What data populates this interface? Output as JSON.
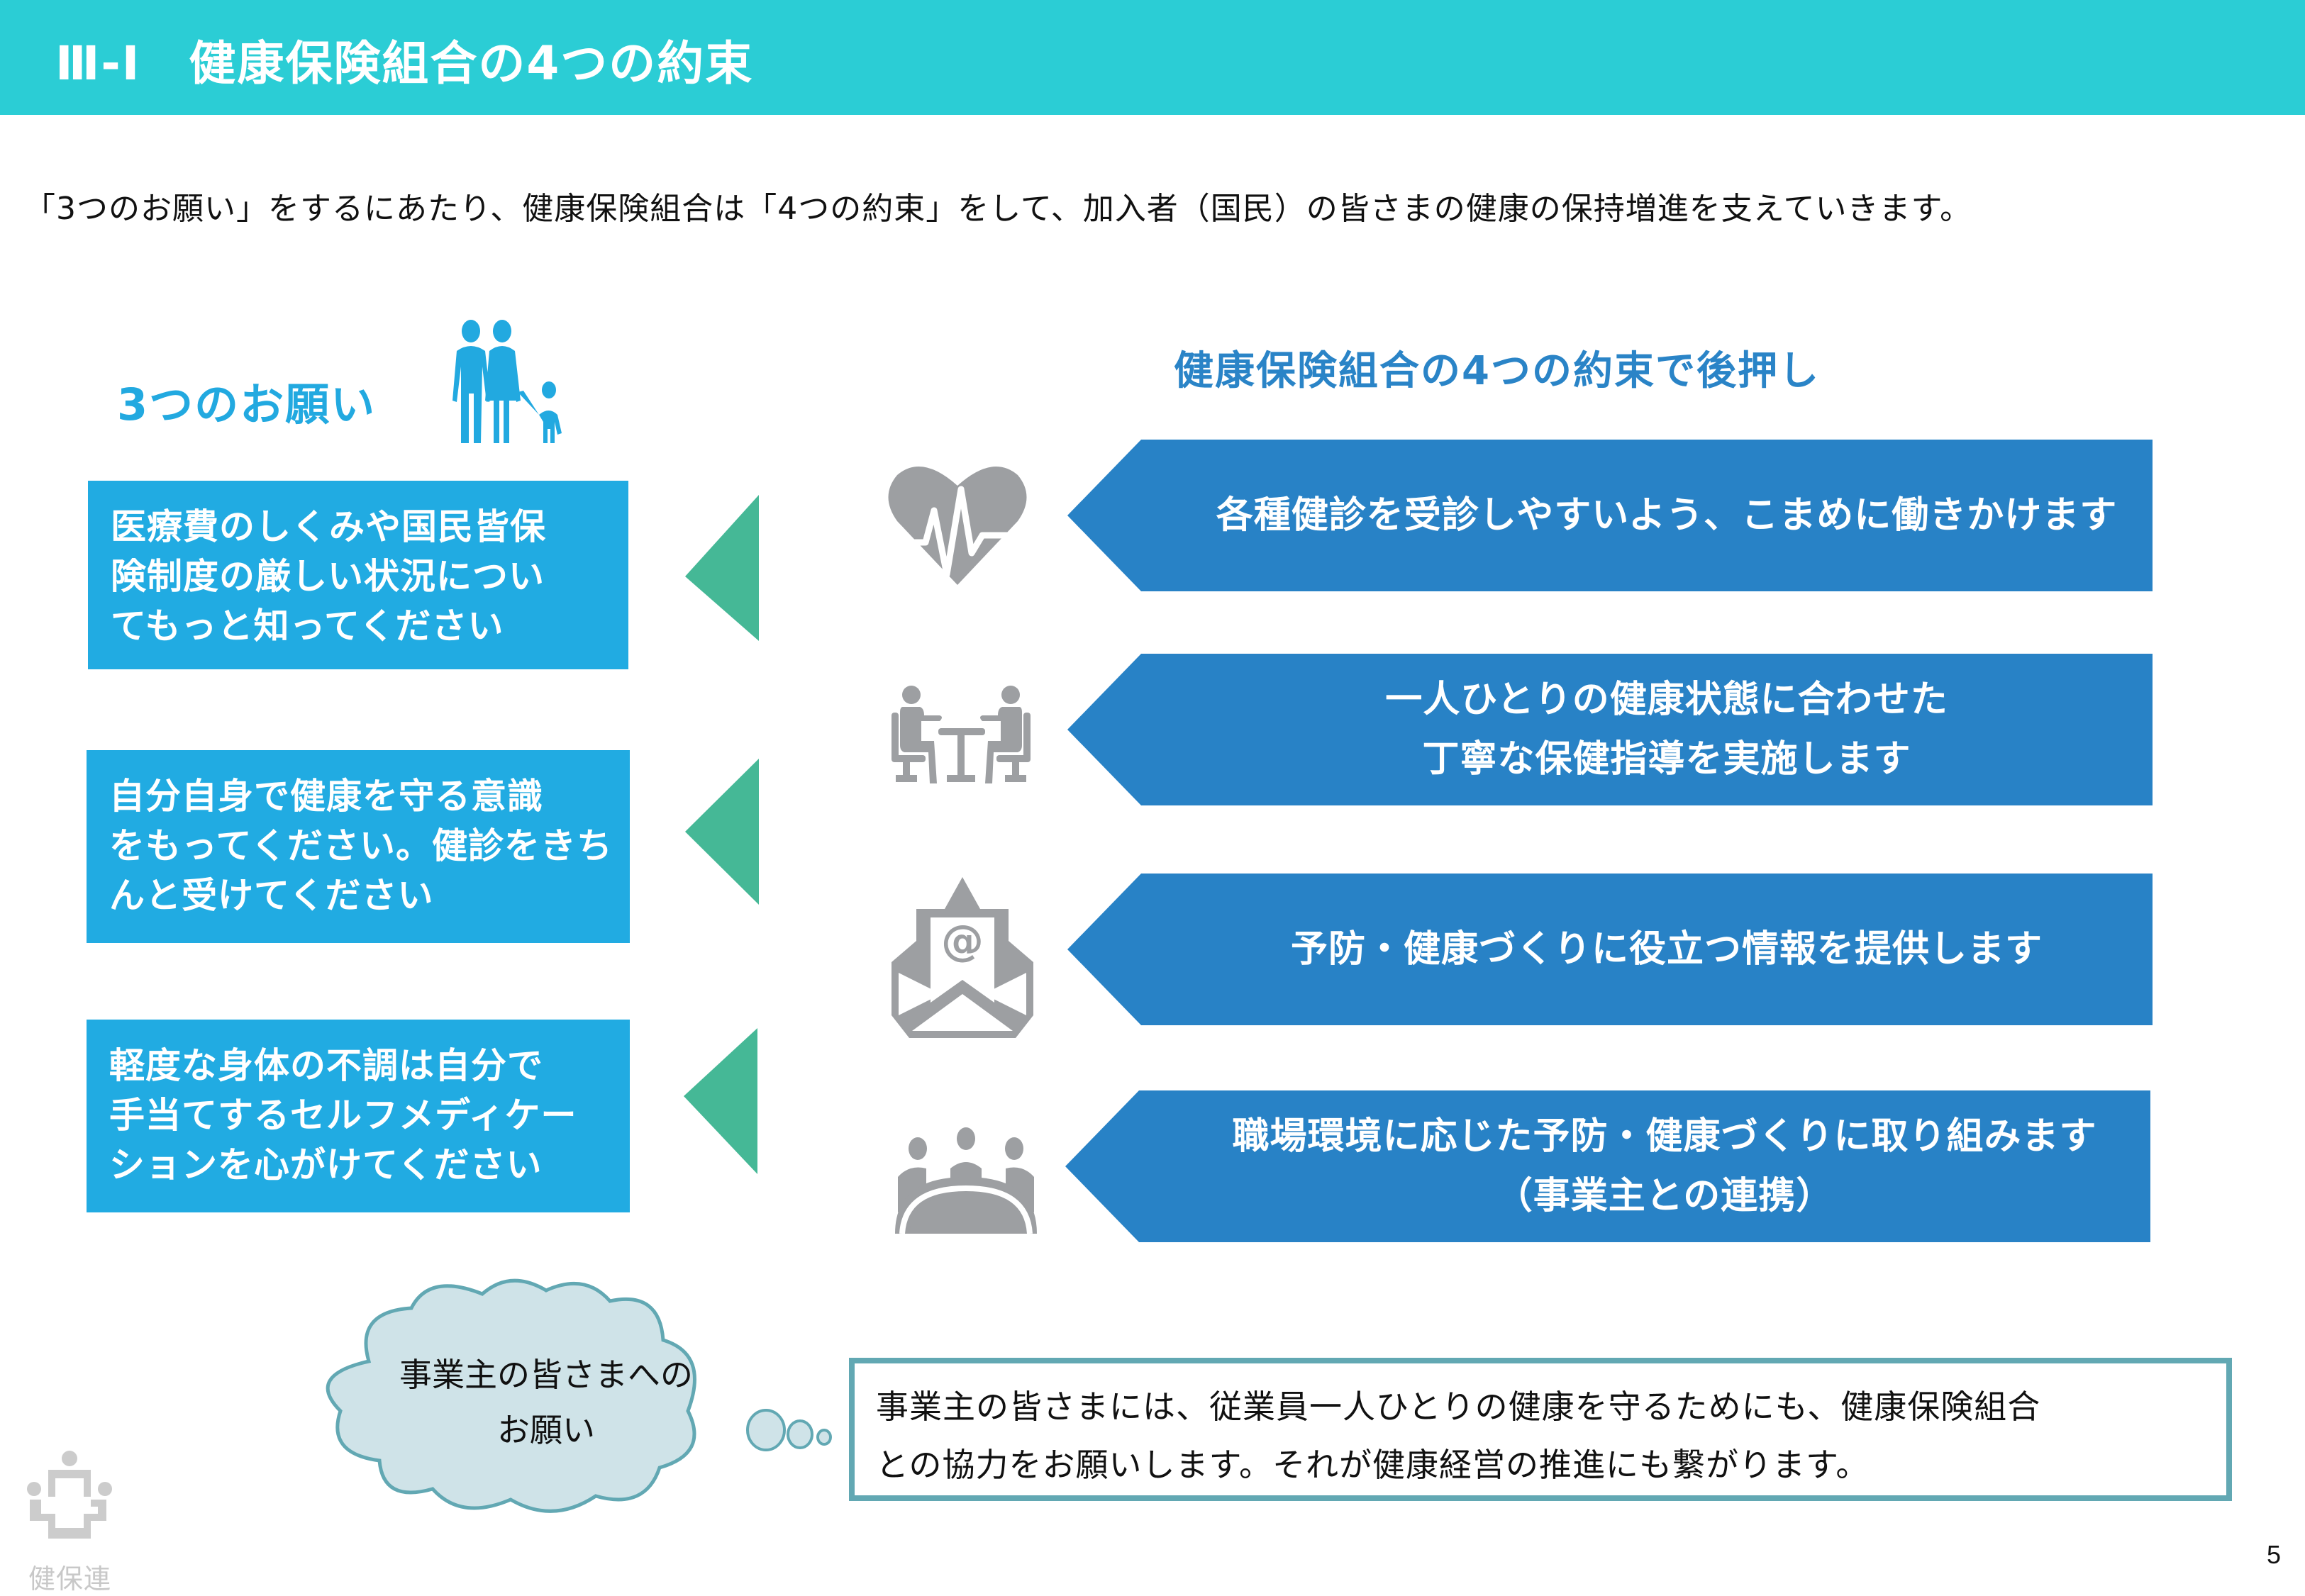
{
  "header": {
    "title": "Ⅲ-Ⅰ　健康保険組合の4つの約束",
    "background_color": "#2bcdd5"
  },
  "intro": "「3つのお願い」をするにあたり、健康保険組合は「4つの約束」をして、加入者（国民）の皆さまの健康の保持増進を支えていきます。",
  "requests": {
    "heading": "3つのお願い",
    "icon": "family-icon",
    "color": "#21abe2",
    "items": [
      {
        "lines": [
          "医療費のしくみや国民皆保",
          "険制度の厳しい状況につい",
          "てもっと知ってください"
        ]
      },
      {
        "lines": [
          "自分自身で健康を守る意識",
          "をもってください。健診をきち",
          "んと受けてください"
        ]
      },
      {
        "lines": [
          "軽度な身体の不調は自分で",
          "手当てするセルフメディケー",
          "ションを心がけてください"
        ]
      }
    ],
    "arrow_color": "#45b896"
  },
  "promises": {
    "heading": "健康保険組合の4つの約束で後押し",
    "color": "#2882c6",
    "icon_color": "#9d9fa2",
    "items": [
      {
        "icon": "heart-pulse-icon",
        "lines": [
          "各種健診を受診しやすいよう、こまめに働きかけます"
        ]
      },
      {
        "icon": "consultation-icon",
        "lines": [
          "一人ひとりの健康状態に合わせた",
          "丁寧な保健指導を実施します"
        ]
      },
      {
        "icon": "email-icon",
        "lines": [
          "予防・健康づくりに役立つ情報を提供します"
        ]
      },
      {
        "icon": "group-meeting-icon",
        "lines": [
          "職場環境に応じた予防・健康づくりに取り組みます",
          "（事業主との連携）"
        ]
      }
    ]
  },
  "employer": {
    "cloud_lines": [
      "事業主の皆さまへの",
      "お願い"
    ],
    "message_lines": [
      "事業主の皆さまには、従業員一人ひとりの健康を守るためにも、健康保険組合",
      "との協力をお願いします。それが健康経営の推進にも繋がります。"
    ],
    "border_color": "#62a8b3",
    "cloud_fill": "#cfe3e8"
  },
  "footer": {
    "logo_text": "健保連",
    "page_number": "5"
  }
}
